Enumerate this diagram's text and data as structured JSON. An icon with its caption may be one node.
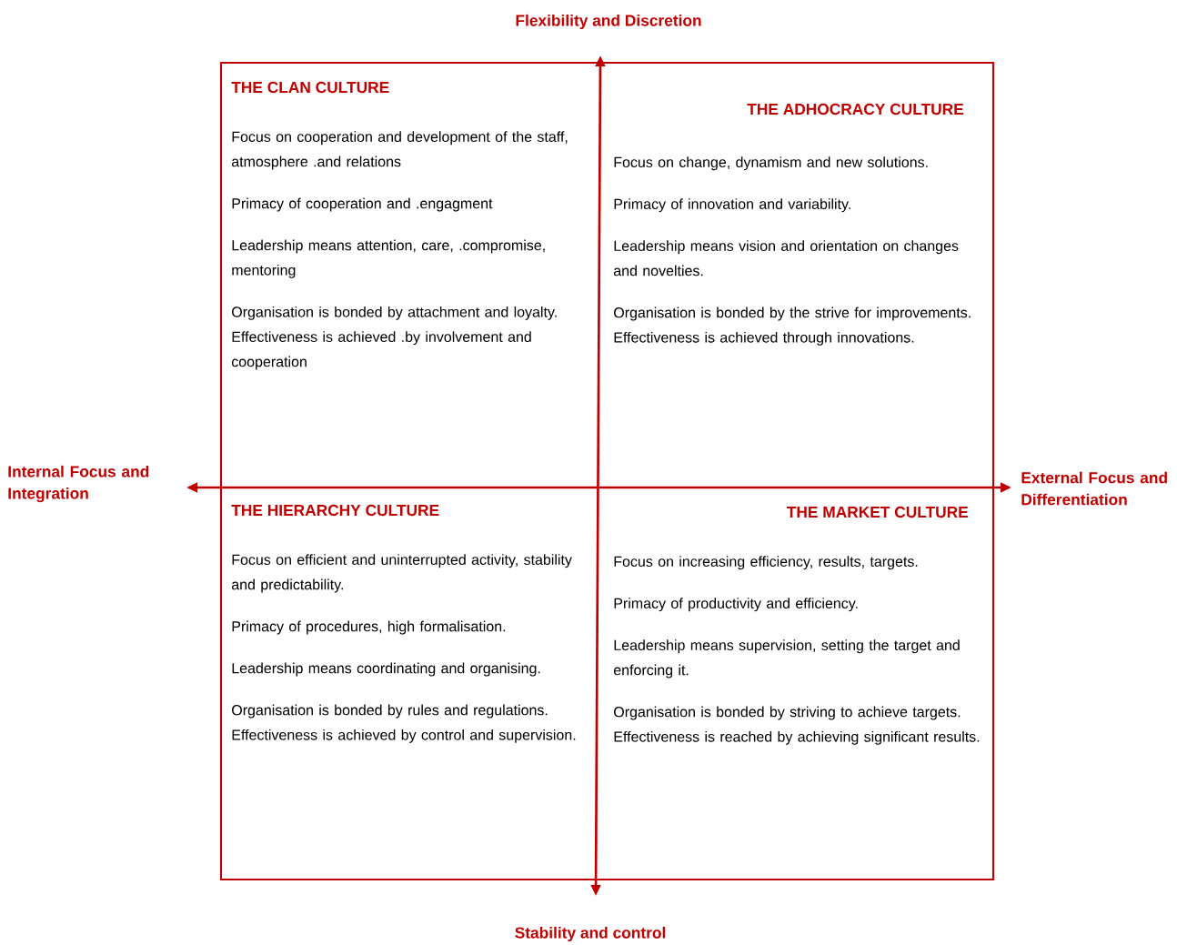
{
  "diagram": {
    "nodes": [
      {
        "text": [
          "THE CLAN CULTURE",
          "Focus on cooperation and development of the staff, atmosphere .and relations",
          "Primacy of cooperation and .engagment",
          "Leadership means attention, care, .compromise, mentoring",
          "Organisation is bonded by attachment and loyalty. Effectiveness is achieved .by involvement and cooperation"
        ]
      },
      {
        "text": [
          "THE ADHOCRACY CULTURE",
          "Focus on change, dynamism and new solutions.",
          "Primacy of innovation and variability.",
          "Leadership means vision and orientation on changes and novelties.",
          "Organisation is bonded by the strive for improvements. Effectiveness is achieved through innovations."
        ]
      },
      {
        "text": [
          "THE HIERARCHY CULTURE",
          "Focus on efficient and uninterrupted activity, stability and predictability.",
          "Primacy of procedures, high formalisation.",
          "Leadership means coordinating and organising.",
          "Organisation is bonded by rules and regulations. Effectiveness is achieved by control and supervision."
        ]
      },
      {
        "text": [
          "THE MARKET CULTURE",
          "Focus on increasing efficiency, results, targets.",
          "Primacy of productivity and efficiency.",
          "Leadership means supervision, setting the target and enforcing it.",
          "Organisation is bonded by striving to achieve targets. Effectiveness is reached by achieving significant results."
        ]
      }
    ],
    "labels": [
      "Flexibility and Discretion",
      "Internal Focus and Integration",
      "External Focus and Differentiation",
      "Stability and control"
    ]
  }
}
